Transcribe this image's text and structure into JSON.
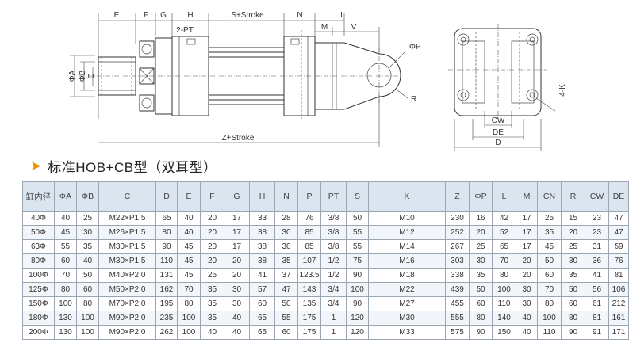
{
  "drawing": {
    "dims": {
      "E": "E",
      "F": "F",
      "G": "G",
      "H": "H",
      "S_stroke": "S+Stroke",
      "N": "N",
      "L": "L",
      "M": "M",
      "V": "V",
      "PT": "2-PT",
      "phiA": "ΦA",
      "phiB": "ΦB",
      "C": "C",
      "phiP": "ΦP",
      "R": "R",
      "Z_stroke": "Z+Stroke",
      "K": "4-K",
      "CW": "CW",
      "DE": "DE",
      "D": "D"
    }
  },
  "section": {
    "arrow": "➤",
    "title": "标准HOB+CB型（双耳型）"
  },
  "table": {
    "headers": [
      "缸内径",
      "ΦA",
      "ΦB",
      "C",
      "D",
      "E",
      "F",
      "G",
      "H",
      "N",
      "P",
      "PT",
      "S",
      "K",
      "Z",
      "ΦP",
      "L",
      "M",
      "CN",
      "R",
      "CW",
      "DE"
    ],
    "rows": [
      [
        "40Φ",
        "40",
        "25",
        "M22×P1.5",
        "65",
        "40",
        "20",
        "17",
        "33",
        "28",
        "76",
        "3/8",
        "50",
        "M10",
        "230",
        "16",
        "42",
        "17",
        "25",
        "15",
        "23",
        "47"
      ],
      [
        "50Φ",
        "45",
        "30",
        "M26×P1.5",
        "80",
        "40",
        "20",
        "17",
        "38",
        "30",
        "85",
        "3/8",
        "55",
        "M12",
        "252",
        "20",
        "52",
        "17",
        "35",
        "20",
        "23",
        "47"
      ],
      [
        "63Φ",
        "55",
        "35",
        "M30×P1.5",
        "90",
        "45",
        "20",
        "17",
        "38",
        "30",
        "85",
        "3/8",
        "55",
        "M14",
        "267",
        "25",
        "65",
        "17",
        "45",
        "25",
        "31",
        "59"
      ],
      [
        "80Φ",
        "60",
        "40",
        "M30×P1.5",
        "110",
        "45",
        "20",
        "20",
        "38",
        "35",
        "107",
        "1/2",
        "75",
        "M16",
        "303",
        "30",
        "70",
        "20",
        "50",
        "30",
        "36",
        "76"
      ],
      [
        "100Φ",
        "70",
        "50",
        "M40×P2.0",
        "131",
        "45",
        "25",
        "20",
        "41",
        "37",
        "123.5",
        "1/2",
        "90",
        "M18",
        "338",
        "35",
        "80",
        "20",
        "60",
        "35",
        "41",
        "81"
      ],
      [
        "125Φ",
        "80",
        "60",
        "M50×P2.0",
        "162",
        "70",
        "35",
        "30",
        "57",
        "47",
        "143",
        "3/4",
        "100",
        "M22",
        "439",
        "50",
        "100",
        "30",
        "70",
        "50",
        "56",
        "106"
      ],
      [
        "150Φ",
        "100",
        "80",
        "M70×P2.0",
        "195",
        "80",
        "35",
        "30",
        "60",
        "50",
        "135",
        "3/4",
        "90",
        "M27",
        "455",
        "60",
        "110",
        "30",
        "80",
        "60",
        "61",
        "212"
      ],
      [
        "180Φ",
        "130",
        "100",
        "M90×P2.0",
        "235",
        "100",
        "35",
        "40",
        "65",
        "55",
        "175",
        "1",
        "120",
        "M30",
        "555",
        "80",
        "140",
        "40",
        "100",
        "80",
        "81",
        "161"
      ],
      [
        "200Φ",
        "130",
        "100",
        "M90×P2.0",
        "262",
        "100",
        "40",
        "40",
        "65",
        "60",
        "175",
        "1",
        "120",
        "M33",
        "575",
        "90",
        "150",
        "40",
        "110",
        "90",
        "91",
        "171"
      ]
    ]
  }
}
